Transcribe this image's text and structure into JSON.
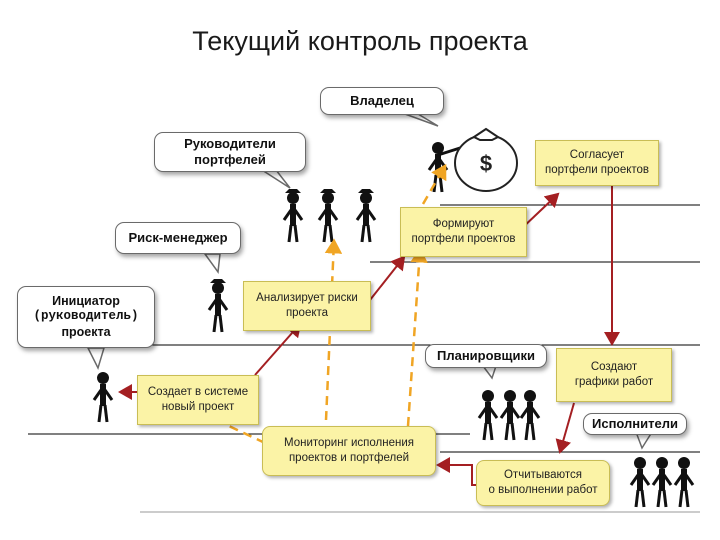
{
  "title": "Текущий контроль проекта",
  "roles": {
    "owner": "Владелец",
    "portfolio_managers": [
      "Руководители",
      "портфелей"
    ],
    "risk_manager": "Риск-менеджер",
    "initiator": [
      "Инициатор",
      "(руководитель)",
      "проекта"
    ],
    "planners": "Планировщики",
    "executors": "Исполнители"
  },
  "money_symbol": "$",
  "tasks": {
    "agree": [
      "Согласует",
      "портфели проектов"
    ],
    "form": [
      "Формируют",
      "портфели проектов"
    ],
    "analyze": [
      "Анализирует риски",
      "проекта"
    ],
    "create": [
      "Создает в системе",
      "новый проект"
    ],
    "monitor": [
      "Мониторинг исполнения",
      "проектов и портфелей"
    ],
    "schedule": [
      "Создают",
      "графики работ"
    ],
    "report": [
      "Отчитываются",
      "о выполнении работ"
    ]
  },
  "colors": {
    "solid_arrow": "#a41f22",
    "dashed_arrow": "#f0a524",
    "task_fill": "#fbf3a6",
    "lane_line": "#000000"
  }
}
